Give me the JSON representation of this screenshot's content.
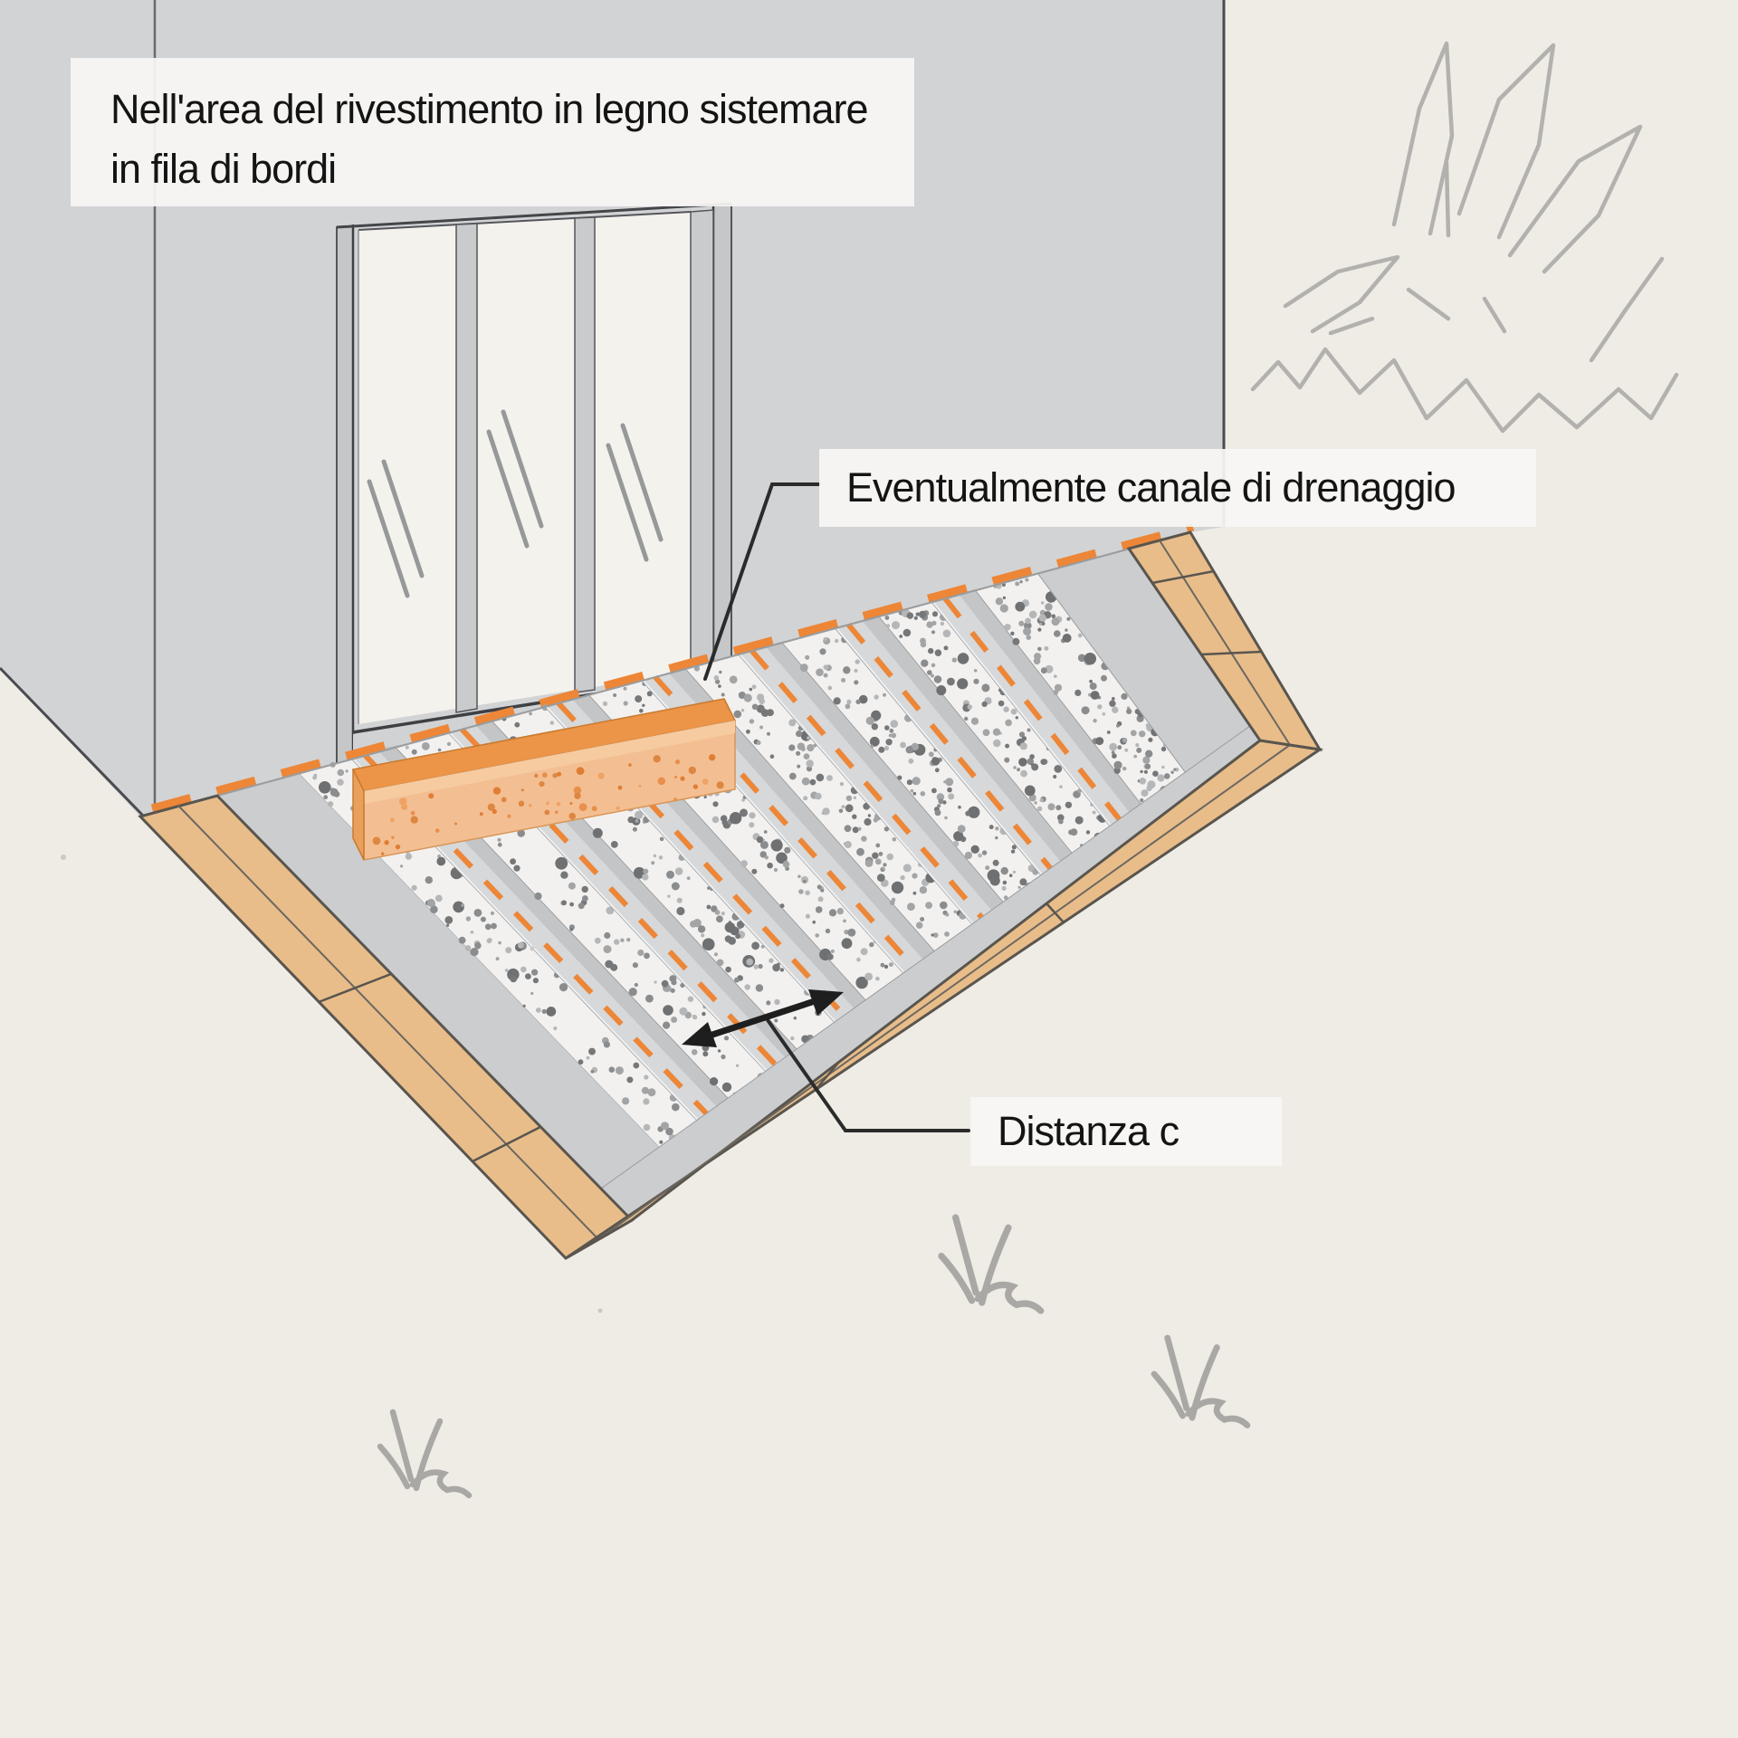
{
  "diagram": {
    "annotations": {
      "area_note": {
        "line1": "Nell'area del rivestimento in legno sistemare",
        "line2": "in fila di bordi"
      },
      "drainage_note": "Eventualmente canale di drenaggio",
      "distance_note": "Distanza c"
    },
    "colors": {
      "background": "#EFECE6",
      "wall": "#D2D3D5",
      "glass": "#F4F2ED",
      "wood_border": "#E8BD8A",
      "joist": "#C3C5C7",
      "joist_top": "#D6D8DA",
      "gravel": "#F2F1EF",
      "accent_orange": "#ED8636",
      "channel_top": "#EC9447",
      "channel_front": "#F3BF92",
      "label_bg": "#F6F5F3",
      "ink": "#141414",
      "sketch_gray": "#B3B1AE"
    }
  }
}
